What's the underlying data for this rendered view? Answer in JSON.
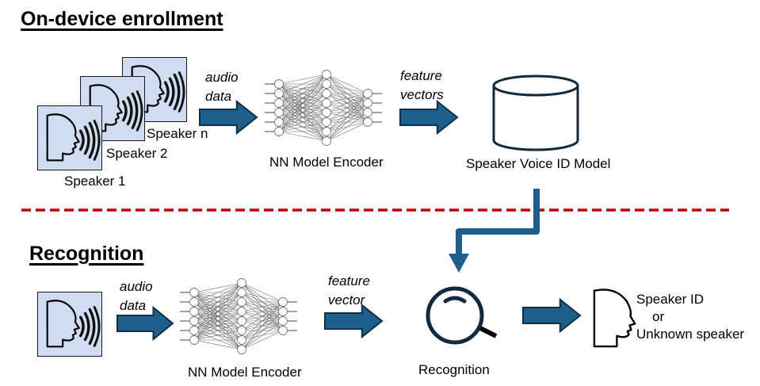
{
  "sections": {
    "enrollment": {
      "title": "On-device enrollment"
    },
    "recognition": {
      "title": "Recognition"
    }
  },
  "enrollment": {
    "speakers": [
      "Speaker 1",
      "Speaker 2",
      "Speaker n"
    ],
    "arrow1_label": [
      "audio",
      "data"
    ],
    "encoder_label": "NN Model Encoder",
    "arrow2_label": [
      "feature",
      "vectors"
    ],
    "database_label": "Speaker Voice ID Model"
  },
  "recognition": {
    "arrow1_label": [
      "audio",
      "data"
    ],
    "encoder_label": "NN Model Encoder",
    "arrow2_label": [
      "feature",
      "vector"
    ],
    "search_label": "Recognition",
    "result_lines": [
      "Speaker ID",
      "or",
      "Unknown speaker"
    ]
  },
  "colors": {
    "arrow_fill": "#1f5f8b",
    "arrow_stroke": "#0f2f45",
    "divider": "#c00000",
    "card_fill": "#d0dcf0",
    "icon_stroke": "#13293d"
  }
}
